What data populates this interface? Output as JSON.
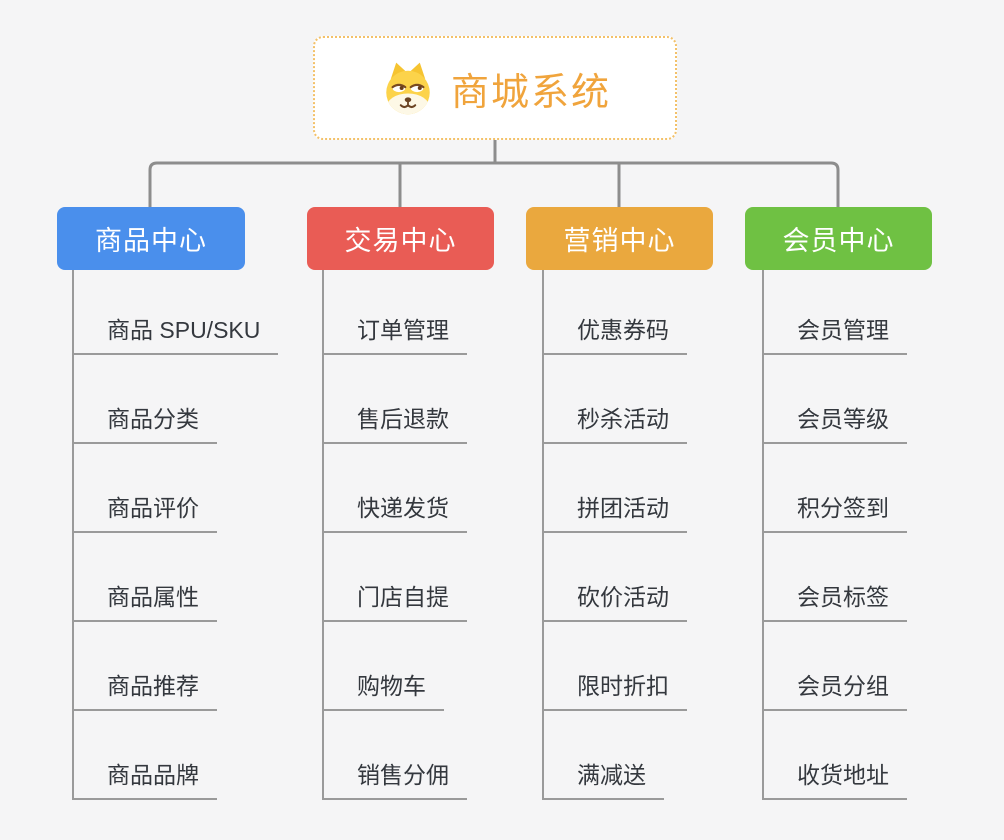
{
  "diagram": {
    "type": "mindmap-org-tree",
    "root": {
      "title": "商城系统",
      "icon": "dog-face-icon",
      "title_color": "#f0a43c",
      "border_color": "#f3c169",
      "background": "#ffffff"
    },
    "branches": [
      {
        "label": "商品中心",
        "color": "#4a8fec",
        "children": [
          "商品 SPU/SKU",
          "商品分类",
          "商品评价",
          "商品属性",
          "商品推荐",
          "商品品牌"
        ]
      },
      {
        "label": "交易中心",
        "color": "#e95c55",
        "children": [
          "订单管理",
          "售后退款",
          "快递发货",
          "门店自提",
          "购物车",
          "销售分佣"
        ]
      },
      {
        "label": "营销中心",
        "color": "#eaa83e",
        "children": [
          "优惠券码",
          "秒杀活动",
          "拼团活动",
          "砍价活动",
          "限时折扣",
          "满减送"
        ]
      },
      {
        "label": "会员中心",
        "color": "#6fc143",
        "children": [
          "会员管理",
          "会员等级",
          "积分签到",
          "会员标签",
          "会员分组",
          "收货地址"
        ]
      }
    ],
    "colors": {
      "page_background": "#f5f5f6",
      "connector_line": "#8d8d8d",
      "leaf_line": "#9a9a9a",
      "leaf_text": "#34383e",
      "branch_text": "#ffffff"
    }
  }
}
